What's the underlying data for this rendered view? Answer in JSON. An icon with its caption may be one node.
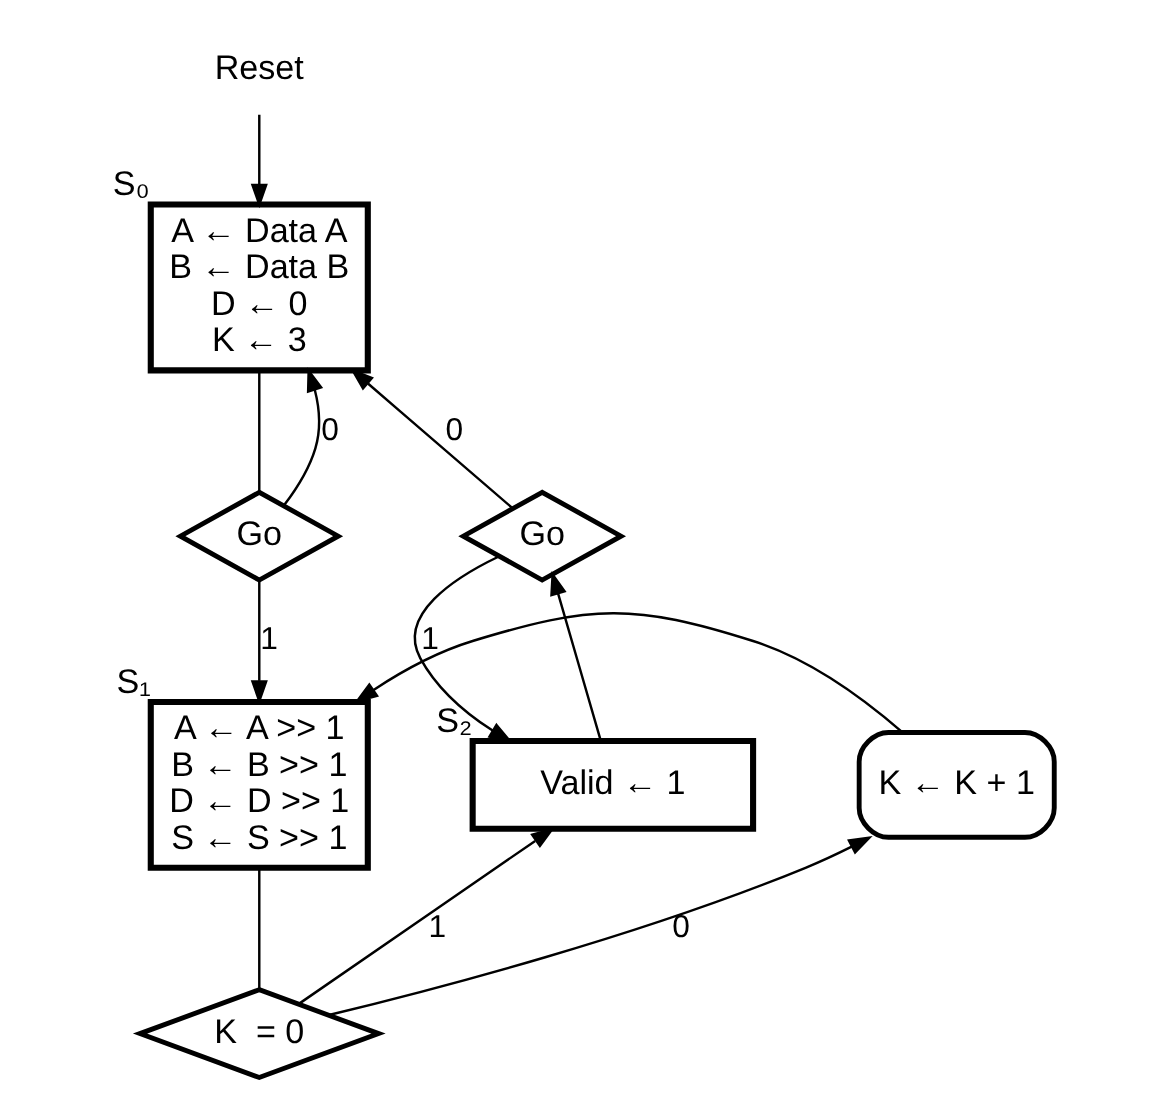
{
  "diagram": {
    "nodes": [
      {
        "text": [
          "Reset"
        ]
      },
      {
        "text": [
          "A ← Data A",
          "B ← Data B",
          "D ← 0",
          "K ← 3"
        ],
        "beside": [
          "S₀"
        ]
      },
      {
        "text": [
          "Go"
        ]
      },
      {
        "text": [
          "A ← A >> 1",
          "B ← B >> 1",
          "D ← D >> 1",
          "S ← S >> 1"
        ],
        "beside": [
          "S₁"
        ]
      },
      {
        "text": [
          "K ← K + 1"
        ]
      },
      {
        "text": [
          "K  = 0"
        ]
      },
      {
        "text": [
          "Valid ← 1"
        ],
        "beside": [
          "S₂"
        ]
      },
      {
        "text": [
          "Go"
        ]
      }
    ],
    "edges": [
      {
        "from": 0,
        "to": 1,
        "arrow": "to"
      },
      {
        "from": 2,
        "to": 1,
        "label": "0",
        "arrow": "to"
      },
      {
        "from": 7,
        "to": 1,
        "label": "0",
        "arrow": "to"
      },
      {
        "from": 1,
        "to": 2,
        "arrow": "none"
      },
      {
        "from": 2,
        "to": 3,
        "label": "1",
        "arrow": "to"
      },
      {
        "from": 4,
        "to": 3,
        "arrow": "to"
      },
      {
        "from": 3,
        "to": 5,
        "arrow": "none"
      },
      {
        "from": 5,
        "to": 4,
        "label": "0",
        "arrow": "to"
      },
      {
        "from": 5,
        "to": 6,
        "label": "1",
        "arrow": "to"
      },
      {
        "from": 7,
        "to": 6,
        "label": "1",
        "arrow": "to"
      },
      {
        "from": 6,
        "to": 7,
        "arrow": "to"
      }
    ]
  }
}
